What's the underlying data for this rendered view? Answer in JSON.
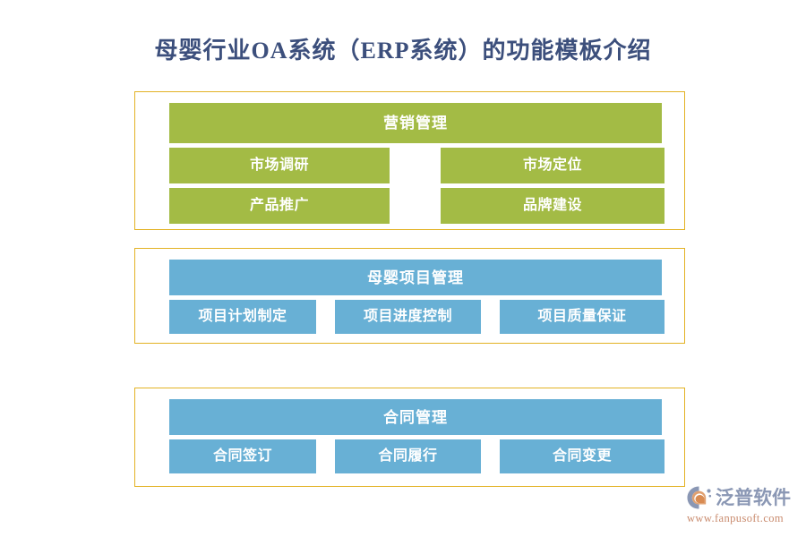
{
  "page": {
    "title": "母婴行业OA系统（ERP系统）的功能模板介绍",
    "background": "#ffffff",
    "title_color": "#3c4f7c",
    "frame_border_color": "#e3b224"
  },
  "sections": [
    {
      "id": "marketing",
      "header": "营销管理",
      "color": "#a3bb45",
      "layout": "2x2",
      "items": [
        "市场调研",
        "市场定位",
        "产品推广",
        "品牌建设"
      ]
    },
    {
      "id": "project",
      "header": "母婴项目管理",
      "color": "#68b0d5",
      "layout": "1x3",
      "items": [
        "项目计划制定",
        "项目进度控制",
        "项目质量保证"
      ]
    },
    {
      "id": "contract",
      "header": "合同管理",
      "color": "#68b0d5",
      "layout": "1x3",
      "items": [
        "合同签订",
        "合同履行",
        "合同变更"
      ]
    }
  ],
  "logo": {
    "name": "泛普软件",
    "url": "www.fanpusoft.com",
    "mark_color_primary": "#8a97b4",
    "mark_color_accent": "#d98b52",
    "text_color": "#8a97b4",
    "url_color": "#c98b6e"
  }
}
